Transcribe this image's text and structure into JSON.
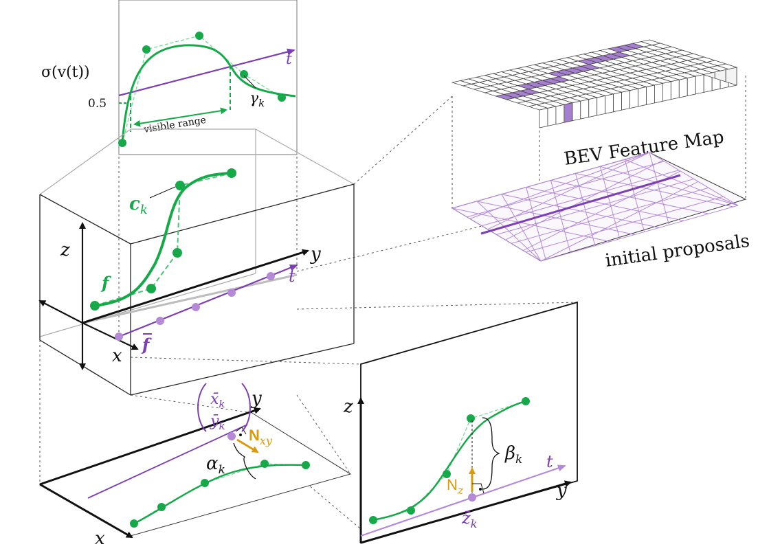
{
  "colors": {
    "green": "#17a84a",
    "green_light": "#7fd59a",
    "purple": "#7b3fb0",
    "purple_light": "#b48ad6",
    "purple_fill": "#a77fd0",
    "orange": "#d99a0e",
    "black": "#111111",
    "grey": "#9a9a9a"
  },
  "labels": {
    "sigma": "σ(v(t))",
    "half": "0.5",
    "t_top": "t",
    "gamma": "γ",
    "gamma_sub": "k",
    "visible_range": "visible range",
    "bev": "BEV Feature Map",
    "initial_proposals": "initial proposals",
    "c": "c",
    "c_sub": "k",
    "f": "f",
    "fbar": "f",
    "z_box": "z",
    "y_box": "y",
    "x_box": "x",
    "t_box": "t",
    "xy_x": "x̄",
    "xy_y": "ȳ",
    "xy_sub": "k",
    "y_xy": "y",
    "x_xy": "x",
    "n_xy": "N",
    "n_xy_sub": "xy",
    "alpha": "α",
    "alpha_sub": "k",
    "z_yz": "z",
    "y_yz": "y",
    "t_yz": "t",
    "beta": "β",
    "beta_sub": "k",
    "n_z": "N",
    "n_z_sub": "z",
    "zbar": "z̄",
    "zbar_sub": "k"
  }
}
